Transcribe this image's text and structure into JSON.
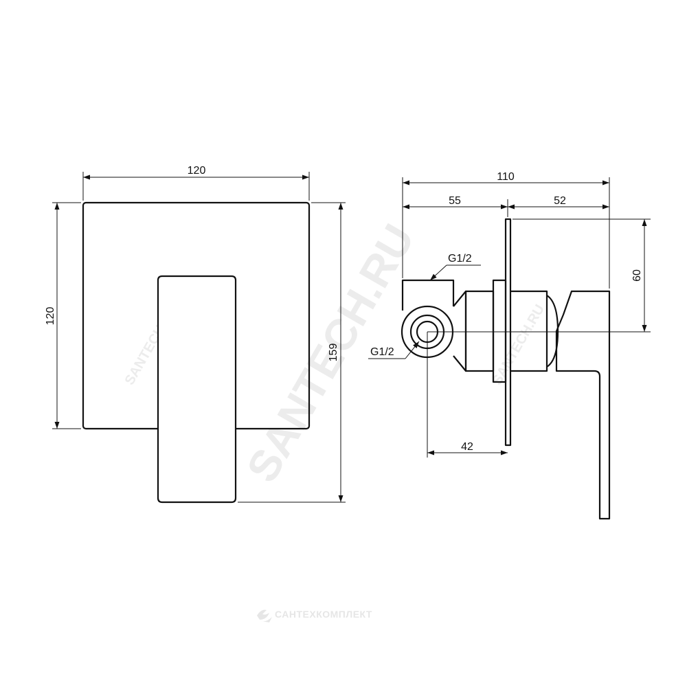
{
  "dimensions": {
    "front_width": "120",
    "front_height": "120",
    "front_total_height": "159",
    "side_total_depth": "110",
    "side_rear_depth": "55",
    "side_front_depth": "52",
    "side_height_offset": "60",
    "side_axis_depth": "42"
  },
  "threads": {
    "top_outlet": "G1/2",
    "side_inlet": "G1/2"
  },
  "watermark": {
    "main": "SANTECH.RU",
    "small": "SANTECH.RU",
    "brand": "САНТЕХКОМПЛЕКТ"
  },
  "colors": {
    "line": "#111111",
    "watermark": "#ececec"
  }
}
